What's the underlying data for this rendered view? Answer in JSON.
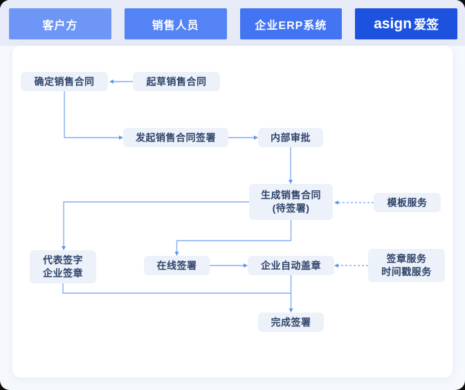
{
  "header": {
    "tabs": [
      {
        "id": "customer",
        "label": "客户方",
        "color": "#6E96F6"
      },
      {
        "id": "sales",
        "label": "销售人员",
        "color": "#5383F4"
      },
      {
        "id": "erp",
        "label": "企业ERP系统",
        "color": "#4374F2"
      },
      {
        "id": "asign",
        "label_latin": "asign",
        "label_cjk": "爱签",
        "color": "#1C52DE"
      }
    ]
  },
  "flowchart": {
    "nodes": {
      "confirm_contract": {
        "label": "确定销售合同"
      },
      "draft_contract": {
        "label": "起草销售合同"
      },
      "initiate_signing": {
        "label": "发起销售合同签署"
      },
      "internal_approval": {
        "label": "内部审批"
      },
      "generate_contract": {
        "line1": "生成销售合同",
        "line2": "(待签署)"
      },
      "template_service": {
        "label": "模板服务"
      },
      "rep_sign_seal": {
        "line1": "代表签字",
        "line2": "企业签章"
      },
      "online_sign": {
        "label": "在线签署"
      },
      "auto_stamp": {
        "label": "企业自动盖章"
      },
      "seal_service": {
        "line1": "签章服务",
        "line2": "时间戳服务"
      },
      "finish_sign": {
        "label": "完成签署"
      }
    },
    "edges": [
      {
        "from": "draft_contract",
        "to": "confirm_contract",
        "style": "solid"
      },
      {
        "from": "confirm_contract",
        "to": "initiate_signing",
        "style": "solid"
      },
      {
        "from": "initiate_signing",
        "to": "internal_approval",
        "style": "solid"
      },
      {
        "from": "internal_approval",
        "to": "generate_contract",
        "style": "solid"
      },
      {
        "from": "generate_contract",
        "to": "rep_sign_seal",
        "style": "solid"
      },
      {
        "from": "generate_contract",
        "to": "online_sign",
        "style": "solid"
      },
      {
        "from": "online_sign",
        "to": "auto_stamp",
        "style": "solid"
      },
      {
        "from": "template_service",
        "to": "generate_contract",
        "style": "dashed"
      },
      {
        "from": "seal_service",
        "to": "auto_stamp",
        "style": "dashed"
      },
      {
        "from": "rep_sign_seal",
        "to": "finish_sign",
        "style": "solid"
      },
      {
        "from": "auto_stamp",
        "to": "finish_sign",
        "style": "solid"
      }
    ]
  },
  "colors": {
    "header_bg": "#E6EBF7",
    "page_bg": "#F5F8FD",
    "panel_bg": "#FFFFFF",
    "node_bg": "#ECF1FA",
    "node_text": "#2E4368",
    "connector": "#84AAF3",
    "arrowhead": "#5E93F0"
  }
}
